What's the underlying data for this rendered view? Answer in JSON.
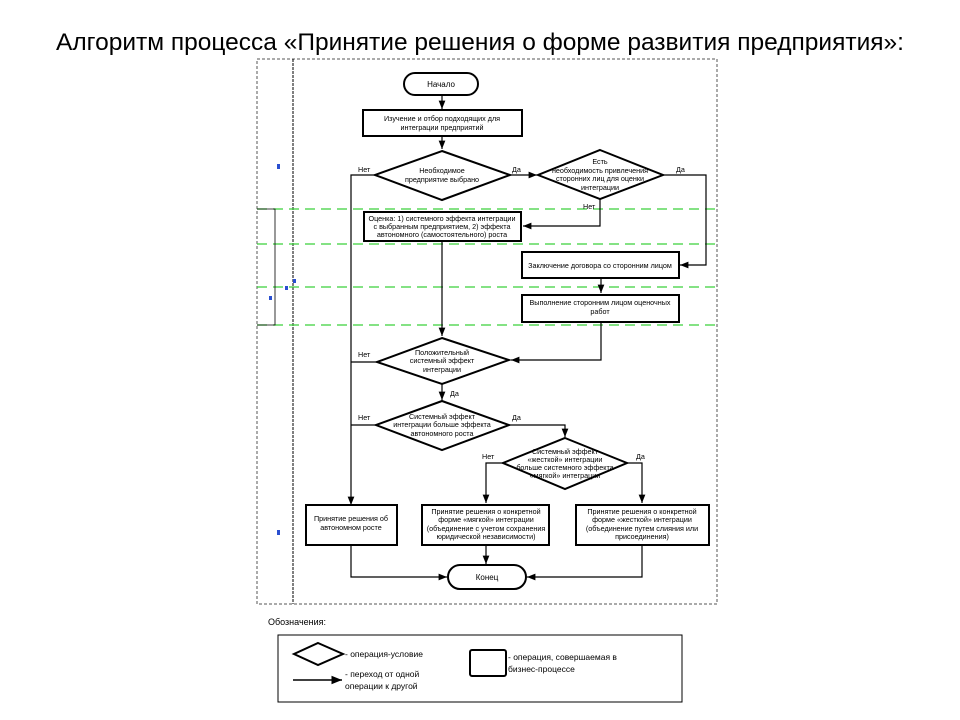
{
  "slide": {
    "title": "Алгоритм процесса «Принятие решения о форме развития предприятия»:"
  },
  "flow": {
    "start": "Начало",
    "study": [
      "Изучение и отбор подходящих для",
      "интеграции предприятий"
    ],
    "selected": [
      "Необходимое",
      "предприятие выбрано"
    ],
    "need_third": [
      "Есть",
      "необходимость привлечения",
      "сторонних лиц для оценки",
      "интеграции"
    ],
    "assessment": [
      "Оценка: 1) системного эффекта интеграции",
      "с выбранным предприятием, 2) эффекта",
      "автономного (самостоятельного) роста"
    ],
    "contract": [
      "Заключение договора со сторонним лицом"
    ],
    "third_work": [
      "Выполнение сторонним лицом оценочных",
      "работ"
    ],
    "positive": [
      "Положительный",
      "системный эффект",
      "интеграции"
    ],
    "greater": [
      "Системный эффект",
      "интеграции больше эффекта",
      "автономного роста"
    ],
    "hard_greater": [
      "Системный эффект",
      "«жесткой» интеграции",
      "больше системного эффекта",
      "«мягкой» интеграции"
    ],
    "autonomous": [
      "Принятие решения об",
      "автономном росте"
    ],
    "soft": [
      "Принятие решения о конкретной",
      "форме «мягкой» интеграции",
      "(объединение с учетом сохранения",
      "юридической независимости)"
    ],
    "hard": [
      "Принятие решения о конкретной",
      "форме «жесткой» интеграции",
      "(объединение путем слияния или",
      "присоединения)"
    ],
    "end": "Конец",
    "yes": "Да",
    "no": "Нет"
  },
  "legend": {
    "title": "Обозначения:",
    "condition": "- операция-условие",
    "transition": [
      "- переход от одной",
      "операции к другой"
    ],
    "operation": [
      "- операция, совершаемая в",
      "бизнес-процессе"
    ]
  }
}
